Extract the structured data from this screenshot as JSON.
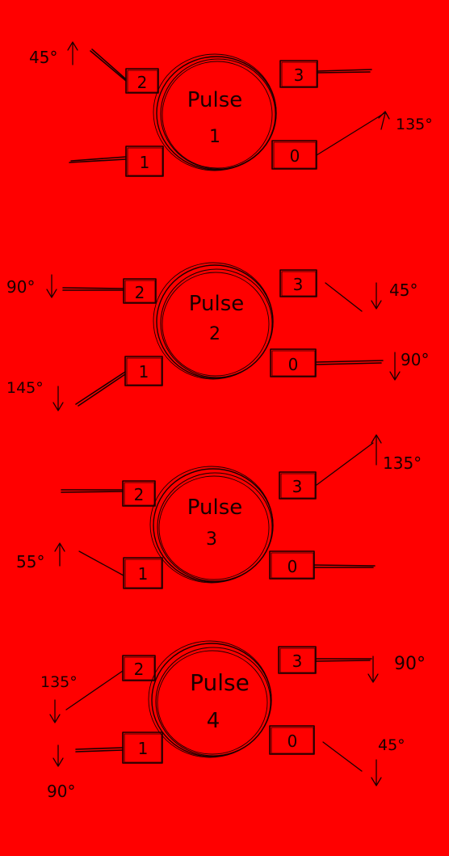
{
  "background_color": "#ff0000",
  "ink_color": "#1a0000",
  "panels": [
    {
      "title": "Pulse",
      "number": "1",
      "ports": [
        "0",
        "1",
        "2",
        "3"
      ],
      "annotations": {
        "port2": "45°",
        "port0": "135°"
      }
    },
    {
      "title": "Pulse",
      "number": "2",
      "ports": [
        "0",
        "1",
        "2",
        "3"
      ],
      "annotations": {
        "port2": "90°",
        "port3": "45°",
        "port0": "90°",
        "port1": "145°"
      }
    },
    {
      "title": "Pulse",
      "number": "3",
      "ports": [
        "0",
        "1",
        "2",
        "3"
      ],
      "annotations": {
        "port3": "135°",
        "port1": "55°"
      }
    },
    {
      "title": "Pulse",
      "number": "4",
      "ports": [
        "0",
        "1",
        "2",
        "3"
      ],
      "annotations": {
        "port2": "135°",
        "port3": "90°",
        "port1": "90°",
        "port0": "45°"
      }
    }
  ]
}
